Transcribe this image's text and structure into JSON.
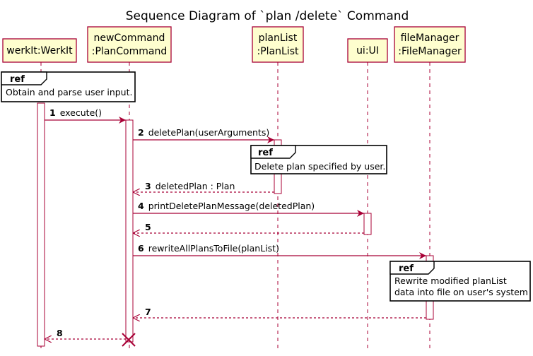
{
  "title": "Sequence Diagram of `plan /delete` Command",
  "colors": {
    "participant_fill": "#fefece",
    "border": "#a80036",
    "activation_fill": "#ffffff",
    "ref_fill": "#ffffff"
  },
  "participants": {
    "werkit": {
      "lines": [
        "werkIt:WerkIt"
      ]
    },
    "newcommand": {
      "lines": [
        "newCommand",
        ":PlanCommand"
      ]
    },
    "planlist": {
      "lines": [
        "planList",
        ":PlanList"
      ]
    },
    "ui": {
      "lines": [
        "ui:UI"
      ]
    },
    "filemanager": {
      "lines": [
        "fileManager",
        ":FileManager"
      ]
    }
  },
  "refs": [
    {
      "label": "ref",
      "lines": [
        "Obtain and parse user input."
      ]
    },
    {
      "label": "ref",
      "lines": [
        "Delete plan specified by user."
      ]
    },
    {
      "label": "ref",
      "lines": [
        "Rewrite modified planList",
        "data into file on user's system"
      ]
    }
  ],
  "messages": [
    {
      "num": "1",
      "text": "execute()",
      "style": "sync"
    },
    {
      "num": "2",
      "text": "deletePlan(userArguments)",
      "style": "sync"
    },
    {
      "num": "3",
      "text": "deletedPlan : Plan",
      "style": "return"
    },
    {
      "num": "4",
      "text": "printDeletePlanMessage(deletedPlan)",
      "style": "sync"
    },
    {
      "num": "5",
      "text": "",
      "style": "return"
    },
    {
      "num": "6",
      "text": "rewriteAllPlansToFile(planList)",
      "style": "sync"
    },
    {
      "num": "7",
      "text": "",
      "style": "return"
    },
    {
      "num": "8",
      "text": "",
      "style": "return"
    }
  ]
}
